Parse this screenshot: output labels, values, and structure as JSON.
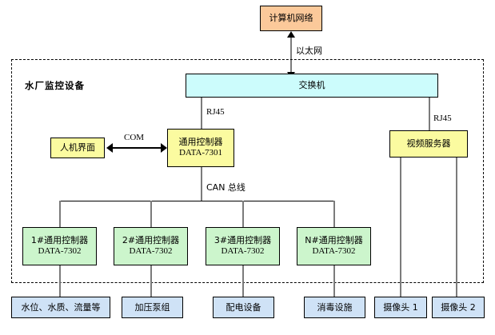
{
  "diagram": {
    "title_label": "水厂监控设备",
    "nodes": {
      "computer_network": {
        "label": "计算机网络",
        "color": "#fbc99a"
      },
      "switch": {
        "label": "交换机",
        "color": "#ccfcfc"
      },
      "hmi": {
        "label": "人机界面",
        "color": "#fbfba0"
      },
      "main_controller": {
        "label": "通用控制器",
        "model": "DATA-7301",
        "color": "#fbfba0"
      },
      "video_server": {
        "label": "视频服务器",
        "color": "#fbfba0"
      }
    },
    "controllers": [
      {
        "label": "1#通用控制器",
        "model": "DATA-7302",
        "color": "#ccf5cc"
      },
      {
        "label": "2#通用控制器",
        "model": "DATA-7302",
        "color": "#ccf5cc"
      },
      {
        "label": "3#通用控制器",
        "model": "DATA-7302",
        "color": "#ccf5cc"
      },
      {
        "label": "N#通用控制器",
        "model": "DATA-7302",
        "color": "#ccf5cc"
      }
    ],
    "devices": [
      {
        "label": "水位、水质、流量等",
        "color": "#cfe2f6"
      },
      {
        "label": "加压泵组",
        "color": "#cfe2f6"
      },
      {
        "label": "配电设备",
        "color": "#cfe2f6"
      },
      {
        "label": "消毒设施",
        "color": "#cfe2f6"
      },
      {
        "label": "摄像头 1",
        "color": "#cfe2f6"
      },
      {
        "label": "摄像头 2",
        "color": "#cfe2f6"
      }
    ],
    "edge_labels": {
      "ethernet": "以太网",
      "rj45_left": "RJ45",
      "rj45_right": "RJ45",
      "com": "COM",
      "can_bus": "CAN 总线"
    }
  }
}
